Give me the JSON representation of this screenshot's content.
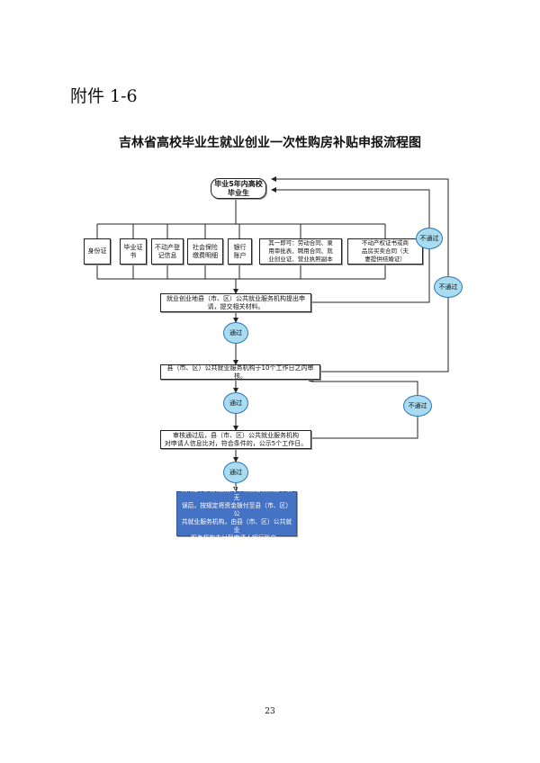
{
  "header": {
    "attachment": "附件 1-6"
  },
  "title": "吉林省高校毕业生就业创业一次性购房补贴申报流程图",
  "start": {
    "label": "毕业5年内高校\n毕业生"
  },
  "documents": [
    {
      "label": "身份证"
    },
    {
      "label": "毕业证\n书"
    },
    {
      "label": "不动产登\n记信息"
    },
    {
      "label": "社会保险\n缴费明细"
    },
    {
      "label": "银行\n账户"
    },
    {
      "label": "其一即可：劳动合同、录\n用审批表、聘用合同、就\n业创业证、营业执照副本"
    },
    {
      "label": "不动产权证书或商\n品房买卖合同（夫\n妻提供结婚证）"
    }
  ],
  "steps": {
    "submit": "就业创业地县（市、区）公共就业服务机构提出申\n请，提交相关材料。",
    "review": "县（市、区）公共就业服务机构于10个工作日之内审核。",
    "publicize": "审核通过后，县（市、区）公共就业服务机构\n对申请人信息比对，符合条件的，公示5个工作日。",
    "payment": "财政部门对资金拨付申请报告及数据审核无\n误后，按规定将资金拨付至县（市、区）公\n共就业服务机构，由县（市、区）公共就业\n服务机构支付到申请人银行账户。"
  },
  "decisions": {
    "pass1": "通过",
    "pass2": "通过",
    "pass3": "通过",
    "fail1": "不通过",
    "fail2": "不通过",
    "fail3": "不通过"
  },
  "footer": {
    "page": "23"
  },
  "colors": {
    "circle": "#a9dcf0",
    "circle_border": "#2e75b6",
    "final_box": "#4472c4"
  }
}
